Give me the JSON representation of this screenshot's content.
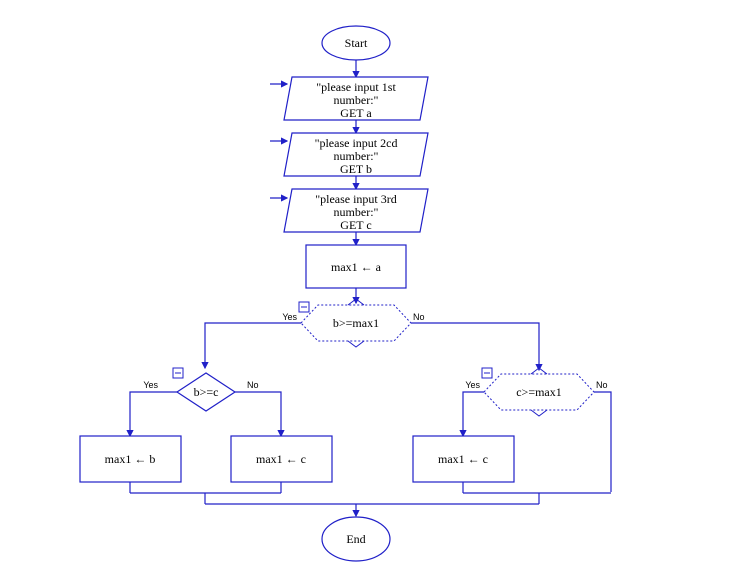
{
  "colors": {
    "line": "#2020c8",
    "text": "#000000",
    "background": "#ffffff"
  },
  "nodes": {
    "start": "Start",
    "input1": [
      "\"please input 1st",
      "number:\"",
      "GET a"
    ],
    "input2": [
      "\"please input 2cd",
      "number:\"",
      "GET b"
    ],
    "input3": [
      "\"please input 3rd",
      "number:\"",
      "GET c"
    ],
    "assign_a": "max1 ← a",
    "decision_b_max": "b>=max1",
    "decision_b_c": "b>=c",
    "decision_c_max": "c>=max1",
    "assign_b": "max1 ← b",
    "assign_c_left": "max1 ← c",
    "assign_c_right": "max1 ← c",
    "end": "End"
  },
  "branches": {
    "yes": "Yes",
    "no": "No"
  }
}
